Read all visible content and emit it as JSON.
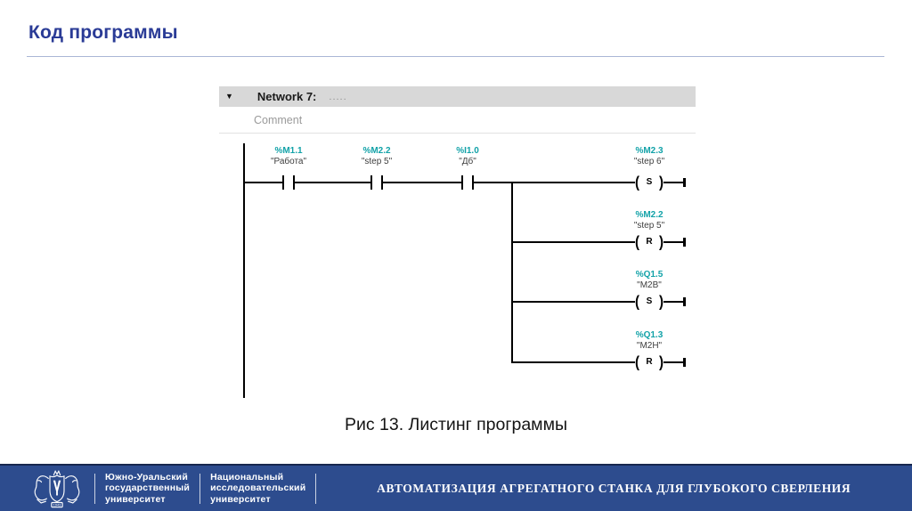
{
  "slide": {
    "title": "Код программы",
    "caption": "Рис 13. Листинг программы"
  },
  "network": {
    "collapse_icon": "▼",
    "label": "Network 7:",
    "title_placeholder": ".....",
    "comment_placeholder": "Comment"
  },
  "ladder": {
    "contacts": [
      {
        "address": "%M1.1",
        "name": "\"Работа\""
      },
      {
        "address": "%M2.2",
        "name": "\"step 5\""
      },
      {
        "address": "%I1.0",
        "name": "\"Дб\""
      }
    ],
    "coils": [
      {
        "address": "%M2.3",
        "name": "\"step 6\"",
        "type": "S"
      },
      {
        "address": "%M2.2",
        "name": "\"step 5\"",
        "type": "R"
      },
      {
        "address": "%Q1.5",
        "name": "\"М2В\"",
        "type": "S"
      },
      {
        "address": "%Q1.3",
        "name": "\"М2Н\"",
        "type": "R"
      }
    ]
  },
  "footer": {
    "org1": [
      "Южно-Уральский",
      "государственный",
      "университет"
    ],
    "org2": [
      "Национальный",
      "исследовательский",
      "университет"
    ],
    "title": "АВТОМАТИЗАЦИЯ АГРЕГАТНОГО СТАНКА ДЛЯ ГЛУБОКОГО СВЕРЛЕНИЯ",
    "logo_year": "1943"
  },
  "colors": {
    "title_blue": "#2a3b96",
    "footer_bg": "#2d4c8e",
    "address_teal": "#12a2a8",
    "operand_gray": "#3d3d3d",
    "network_bar_gray": "#d8d8d8"
  }
}
